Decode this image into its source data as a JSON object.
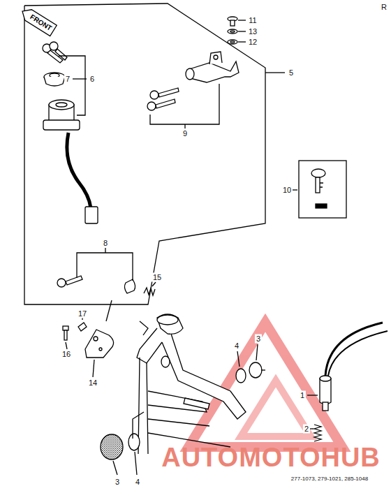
{
  "diagram": {
    "nodes": [
      {
        "text": [
          "FRONT"
        ]
      }
    ],
    "labels": [
      "11",
      "13",
      "12",
      "5",
      "7",
      "6",
      "9",
      "10",
      "8",
      "15",
      "17",
      "16",
      "14",
      "4",
      "3",
      "1",
      "2",
      "3",
      "4",
      "277-1073, 279-1021, 285-1048",
      "AUTOMOTOHUB",
      "R"
    ]
  }
}
